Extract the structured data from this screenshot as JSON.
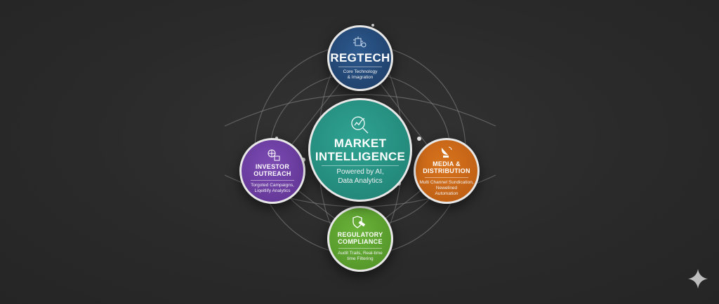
{
  "center": {
    "title": [
      "MARKET",
      "INTELLIGENCE"
    ],
    "subtitle": [
      "Powered by AI,",
      "Data Analytics"
    ],
    "icon": "magnifier-chart-icon",
    "color": "#26907f"
  },
  "nodes": {
    "regtech": {
      "title": [
        "REGTECH"
      ],
      "subtitle": [
        "Core Technology",
        "& Imagration"
      ],
      "icon": "circuit-gear-icon",
      "color": "#234a78"
    },
    "investor": {
      "title": [
        "INVESTOR",
        "OUTREACH"
      ],
      "subtitle": [
        "Torgoted Campaigns,",
        "Liqeitlify Analytics"
      ],
      "icon": "globe-network-icon",
      "color": "#6a3da0"
    },
    "media": {
      "title": [
        "MEDIA &",
        "DISTRIBUTION"
      ],
      "subtitle": [
        "Multi Channel Sundication,",
        "Newelined",
        "Automation"
      ],
      "icon": "satellite-dish-icon",
      "color": "#c66616"
    },
    "regulatory": {
      "title": [
        "REGULATORY",
        "COMPLIANCE"
      ],
      "subtitle": [
        "Audit Trails, Real-time",
        "time Filtering"
      ],
      "icon": "shield-gavel-icon",
      "color": "#5ea02f"
    }
  }
}
